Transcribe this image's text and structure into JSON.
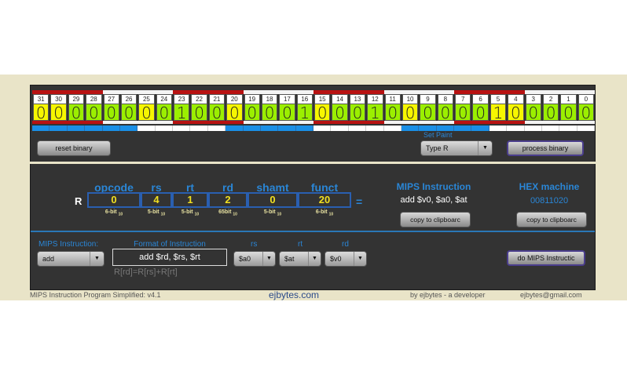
{
  "bits": [
    {
      "n": "31",
      "v": "0",
      "bg": "y",
      "top": "red",
      "field": "blue"
    },
    {
      "n": "30",
      "v": "0",
      "bg": "y",
      "top": "red",
      "field": "blue"
    },
    {
      "n": "29",
      "v": "0",
      "bg": "g",
      "top": "red",
      "field": "blue"
    },
    {
      "n": "28",
      "v": "0",
      "bg": "g",
      "top": "red",
      "field": "blue"
    },
    {
      "n": "27",
      "v": "0",
      "bg": "g",
      "top": "wht",
      "field": "blue"
    },
    {
      "n": "26",
      "v": "0",
      "bg": "g",
      "top": "wht",
      "field": "blue"
    },
    {
      "n": "25",
      "v": "0",
      "bg": "y",
      "top": "wht",
      "field": "whiteb"
    },
    {
      "n": "24",
      "v": "0",
      "bg": "g",
      "top": "wht",
      "field": "whiteb"
    },
    {
      "n": "23",
      "v": "1",
      "bg": "g",
      "top": "red",
      "field": "whiteb"
    },
    {
      "n": "22",
      "v": "0",
      "bg": "g",
      "top": "red",
      "field": "whiteb"
    },
    {
      "n": "21",
      "v": "0",
      "bg": "g",
      "top": "red",
      "field": "whiteb"
    },
    {
      "n": "20",
      "v": "0",
      "bg": "y",
      "top": "red",
      "field": "blue"
    },
    {
      "n": "19",
      "v": "0",
      "bg": "g",
      "top": "wht",
      "field": "blue"
    },
    {
      "n": "18",
      "v": "0",
      "bg": "g",
      "top": "wht",
      "field": "blue"
    },
    {
      "n": "17",
      "v": "0",
      "bg": "g",
      "top": "wht",
      "field": "blue"
    },
    {
      "n": "16",
      "v": "1",
      "bg": "g",
      "top": "wht",
      "field": "blue"
    },
    {
      "n": "15",
      "v": "0",
      "bg": "y",
      "top": "red",
      "field": "whiteb"
    },
    {
      "n": "14",
      "v": "0",
      "bg": "g",
      "top": "red",
      "field": "whiteb"
    },
    {
      "n": "13",
      "v": "0",
      "bg": "g",
      "top": "red",
      "field": "whiteb"
    },
    {
      "n": "12",
      "v": "1",
      "bg": "g",
      "top": "red",
      "field": "whiteb"
    },
    {
      "n": "11",
      "v": "0",
      "bg": "g",
      "top": "wht",
      "field": "whiteb"
    },
    {
      "n": "10",
      "v": "0",
      "bg": "y",
      "top": "wht",
      "field": "blue"
    },
    {
      "n": "9",
      "v": "0",
      "bg": "g",
      "top": "wht",
      "field": "blue"
    },
    {
      "n": "8",
      "v": "0",
      "bg": "g",
      "top": "wht",
      "field": "blue"
    },
    {
      "n": "7",
      "v": "0",
      "bg": "g",
      "top": "red",
      "field": "blue"
    },
    {
      "n": "6",
      "v": "0",
      "bg": "g",
      "top": "red",
      "field": "blue"
    },
    {
      "n": "5",
      "v": "1",
      "bg": "y",
      "top": "red",
      "field": "whiteb"
    },
    {
      "n": "4",
      "v": "0",
      "bg": "y",
      "top": "red",
      "field": "whiteb"
    },
    {
      "n": "3",
      "v": "0",
      "bg": "g",
      "top": "wht",
      "field": "whiteb"
    },
    {
      "n": "2",
      "v": "0",
      "bg": "g",
      "top": "wht",
      "field": "whiteb"
    },
    {
      "n": "1",
      "v": "0",
      "bg": "g",
      "top": "wht",
      "field": "whiteb"
    },
    {
      "n": "0",
      "v": "0",
      "bg": "g",
      "top": "wht",
      "field": "whiteb"
    }
  ],
  "top": {
    "reset_label": "reset binary",
    "set_paint_label": "Set Paint",
    "paint_type": "Type R",
    "process_label": "process binary"
  },
  "decode": {
    "type_letter": "R",
    "fields": [
      {
        "name": "opcode",
        "value": "0",
        "bits": "6-bit",
        "base": "10"
      },
      {
        "name": "rs",
        "value": "4",
        "bits": "5-bit",
        "base": "10"
      },
      {
        "name": "rt",
        "value": "1",
        "bits": "5-bit",
        "base": "10"
      },
      {
        "name": "rd",
        "value": "2",
        "bits": "65bit",
        "base": "10"
      },
      {
        "name": "shamt",
        "value": "0",
        "bits": "5-bit",
        "base": "10"
      },
      {
        "name": "funct",
        "value": "20",
        "bits": "6-bit",
        "base": "10"
      }
    ],
    "equals": "=",
    "mips_title": "MIPS Instruction",
    "mips_value": "add $v0, $a0, $at",
    "hex_title": "HEX machine",
    "hex_value": "00811020",
    "copy_label": "copy to clipboarc"
  },
  "builder": {
    "instr_label": "MIPS Instruction:",
    "instr_value": "add",
    "format_label": "Format of Instruction",
    "format_value": "add $rd, $rs, $rt",
    "semantics": "R[rd]=R[rs]+R[rt]",
    "rs_label": "rs",
    "rs_value": "$a0",
    "rt_label": "rt",
    "rt_value": "$at",
    "rd_label": "rd",
    "rd_value": "$v0",
    "do_label": "do MIPS Instructic"
  },
  "footer": {
    "version": "MIPS Instruction Program Simplified: v4.1",
    "site": "ejbytes.com",
    "by": "by ejbytes - a developer",
    "email": "ejbytes@gmail.com"
  },
  "colors": {
    "accent_blue": "#2a86d6",
    "value_yellow": "#f0e020",
    "bit_yellow": "#f6f600",
    "bit_green": "#9bef00",
    "panel": "#333333",
    "stage": "#e9e4c8"
  }
}
